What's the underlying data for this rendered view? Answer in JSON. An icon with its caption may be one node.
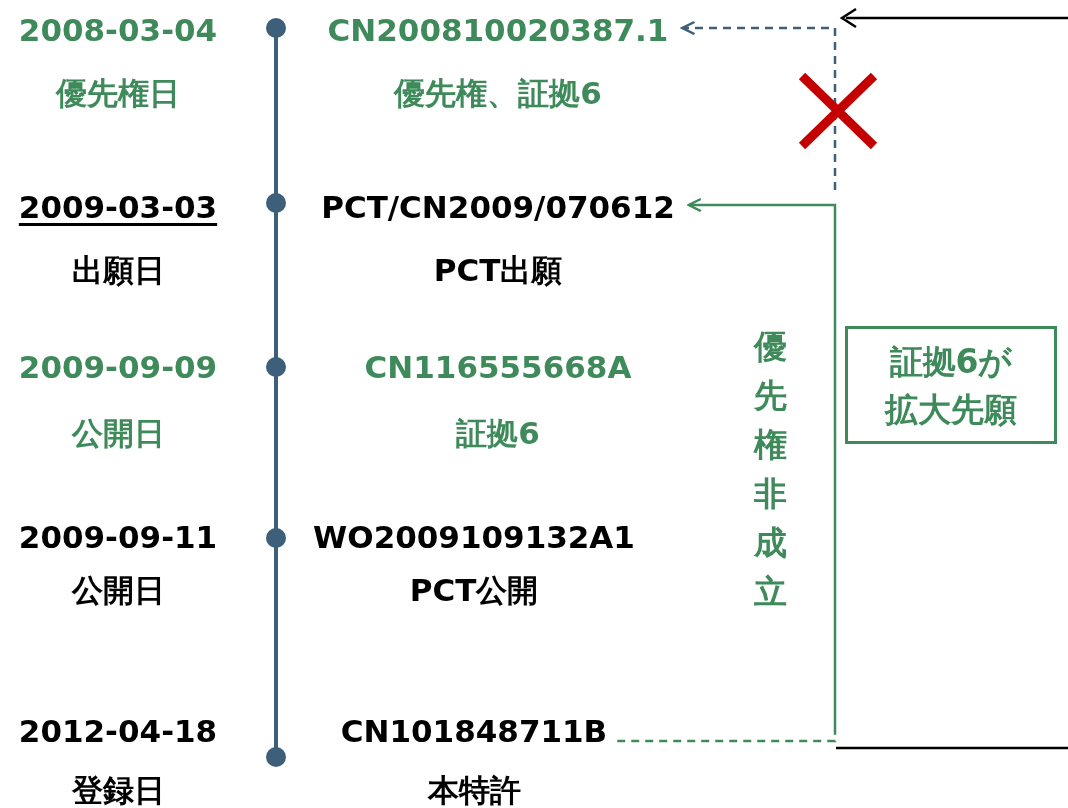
{
  "diagram": {
    "nodes": [
      {
        "text": [
          "2008-03-04",
          "優先権日"
        ]
      },
      {
        "text": [
          "CN200810020387.1",
          "優先権、証拠6"
        ]
      },
      {
        "text": [
          "2009-03-03",
          "出願日"
        ]
      },
      {
        "text": [
          "PCT/CN2009/070612",
          "PCT出願"
        ]
      },
      {
        "text": [
          "2009-09-09",
          "公開日"
        ]
      },
      {
        "text": [
          "CN116555668A",
          "証拠6"
        ]
      },
      {
        "text": [
          "2009-09-11",
          "公開日"
        ]
      },
      {
        "text": [
          "WO2009109132A1",
          "PCT公開"
        ]
      },
      {
        "text": [
          "2012-04-18",
          "登録日"
        ]
      },
      {
        "text": [
          "CN101848711B",
          "本特許"
        ]
      },
      {
        "text": [
          "証拠6が拡大先願"
        ]
      }
    ],
    "edges": [
      {
        "from": 9,
        "to": 3,
        "arrow": "to",
        "color": "#3f8a5a"
      },
      {
        "from": null,
        "to": 1,
        "arrow": "to",
        "style": "dashed",
        "color": "#3d5f7a"
      }
    ],
    "labels": [
      "優先権非成立"
    ]
  }
}
